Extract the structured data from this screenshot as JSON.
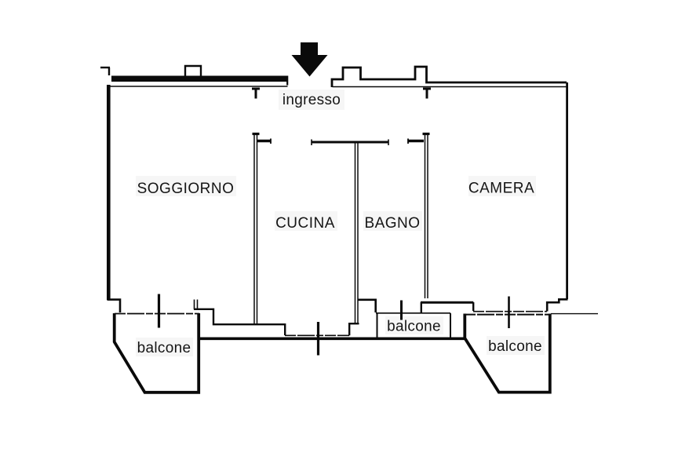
{
  "plan": {
    "type": "apartment-floor-plan",
    "language": "it"
  },
  "colors": {
    "ink": "#0a0a0a",
    "paper": "#ffffff",
    "label_halo": "#f6f6f6"
  },
  "entrance": {
    "label": "ingresso",
    "icon": "arrow-down"
  },
  "rooms": {
    "soggiorno": {
      "label": "SOGGIORNO"
    },
    "cucina": {
      "label": "CUCINA"
    },
    "bagno": {
      "label": "BAGNO"
    },
    "camera": {
      "label": "CAMERA"
    }
  },
  "balconies": {
    "left": {
      "label": "balcone"
    },
    "middle": {
      "label": "balcone"
    },
    "right": {
      "label": "balcone"
    }
  }
}
